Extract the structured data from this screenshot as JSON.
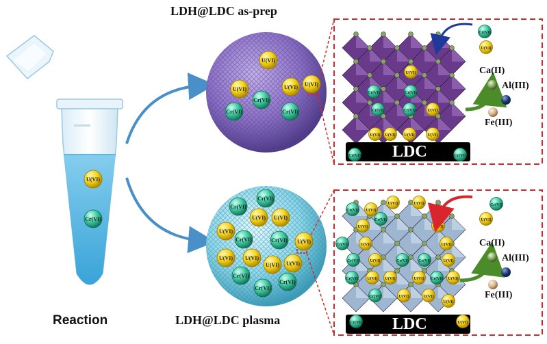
{
  "titles": {
    "top": "LDH@LDC as-prep",
    "bottom": "LDH@LDC plasma",
    "reaction": "Reaction"
  },
  "ions": {
    "uranium": "U(VI)",
    "chromium": "Cr(VI)",
    "calcium": "Ca(II)",
    "aluminium": "Al(III)",
    "iron": "Fe(III)"
  },
  "substrate_label": "LDC",
  "colors": {
    "uranium_ball": "#f2d21a",
    "chromium_ball": "#3cc9a0",
    "asprep_sphere": "#8a6fc4",
    "plasma_sphere": "#8fd6e8",
    "octahedron_asprep": "#6a3a8a",
    "octahedron_plasma": "#9fb6d0",
    "dashed_box": "#d9262c",
    "arrow": "#4a90c8",
    "ldc_bar": "#000000"
  }
}
